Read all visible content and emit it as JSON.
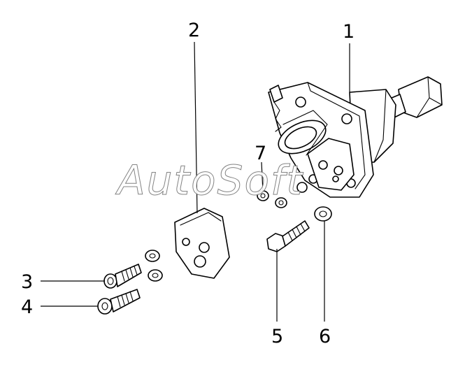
{
  "callouts": {
    "c1": "1",
    "c2": "2",
    "c3": "3",
    "c4": "4",
    "c5": "5",
    "c6": "6",
    "c7": "7"
  },
  "watermark": "AutoSoft"
}
